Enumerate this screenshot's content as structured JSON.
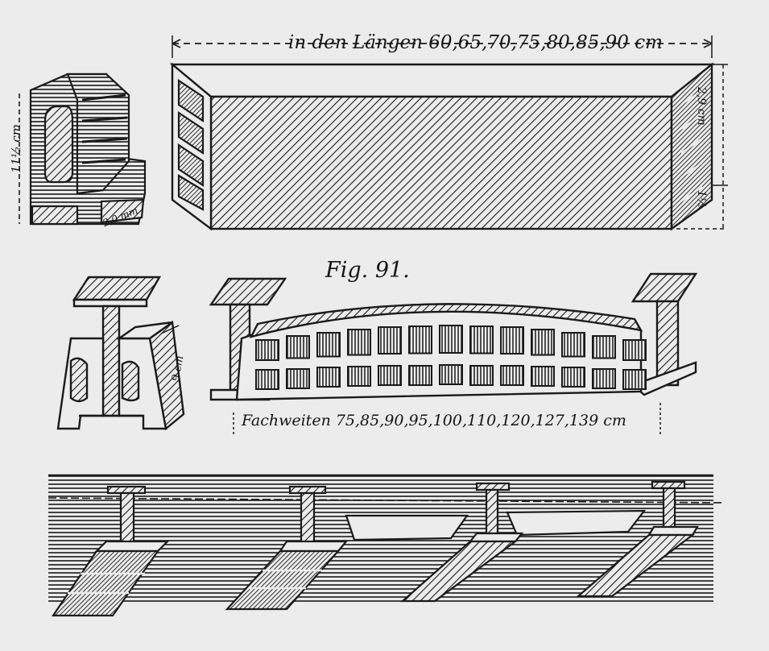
{
  "figure": {
    "caption": "Fig. 91.",
    "lengths_label": "in den Längen 60,65,70,75,80,85,90 cm",
    "spacing_label": "Fachweiten 75,85,90,95,100,110,120,127,139 cm",
    "block_height_label": "11½ cm",
    "end_height_label": "2,9 cm",
    "end_bottom_label": "1½",
    "base_width_label": "2,0 mm",
    "beam_height_label": "9 cm"
  },
  "colors": {
    "ink": "#1a1a1a",
    "paper": "#ececec"
  }
}
